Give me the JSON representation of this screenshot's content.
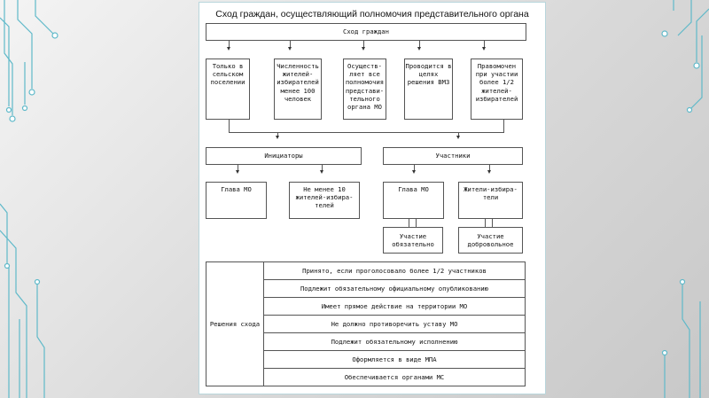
{
  "slide": {
    "title": "Сход граждан, осуществляющий полномочия представительного органа"
  },
  "diagram": {
    "header": "Сход граждан",
    "conditions": [
      "Только в сельском поселении",
      "Численность жителей-избирателей менее 100 человек",
      "Осуществ-ляет все полномочия представи-тельного органа МО",
      "Проводится в целях решения ВМЗ",
      "Правомочен при участии более 1/2 жителей-избирателей"
    ],
    "initiators": {
      "label": "Инициаторы",
      "items": [
        "Глава МО",
        "Не менее 10 жителей-избира-телей"
      ]
    },
    "participants": {
      "label": "Участники",
      "items": [
        "Глава МО",
        "Жители-избира-тели"
      ],
      "participation": [
        "Участие обязательно",
        "Участие добровольное"
      ]
    },
    "decisions": {
      "label": "Решения схода",
      "items": [
        "Принято, если проголосовало более 1/2 участников",
        "Подлежит обязательному официальному опубликованию",
        "Имеет прямое действие на территории МО",
        "Не должно противоречить уставу МО",
        "Подлежит обязательному исполнению",
        "Оформляется в виде МПА",
        "Обеспечивается органами МС"
      ]
    }
  },
  "colors": {
    "circuit": "#5fb9c9",
    "border": "#555555"
  }
}
